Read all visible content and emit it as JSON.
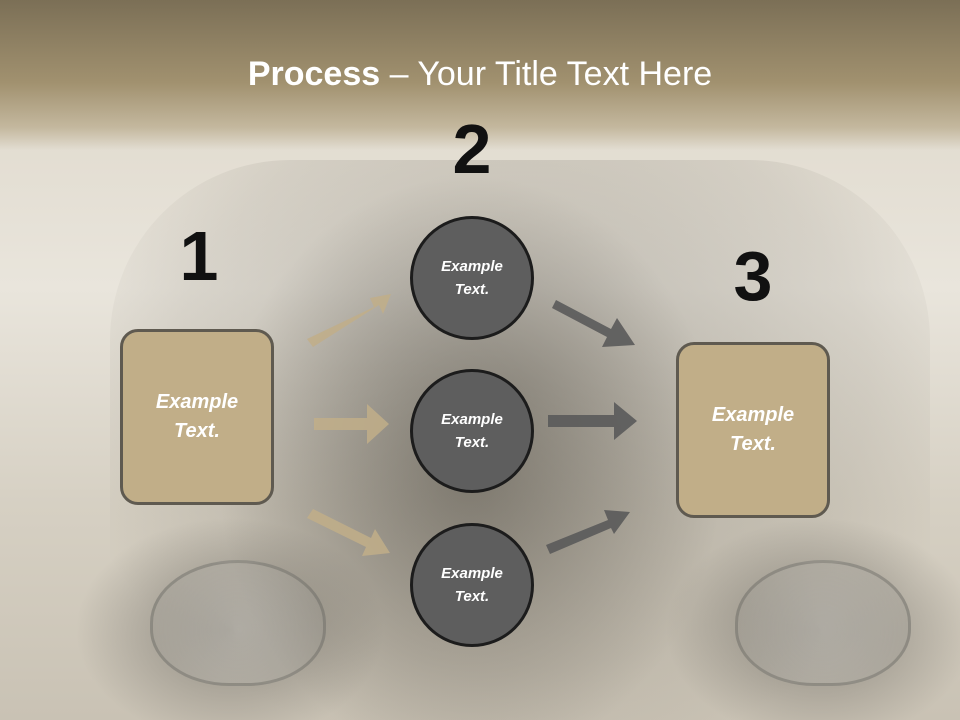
{
  "title": {
    "bold": "Process",
    "rest": " – Your Title Text Here"
  },
  "steps": {
    "one": "1",
    "two": "2",
    "three": "3"
  },
  "box_left": {
    "text": "Example Text."
  },
  "box_right": {
    "text": "Example Text."
  },
  "circles": [
    {
      "text": "Example Text."
    },
    {
      "text": "Example Text."
    },
    {
      "text": "Example Text."
    }
  ],
  "colors": {
    "box_fill": "#c1ae88",
    "circle_fill": "#5e5e5e",
    "arrow_in": "#c1ae88",
    "arrow_out": "#5a5a5a",
    "title_band": "#8f8163"
  }
}
